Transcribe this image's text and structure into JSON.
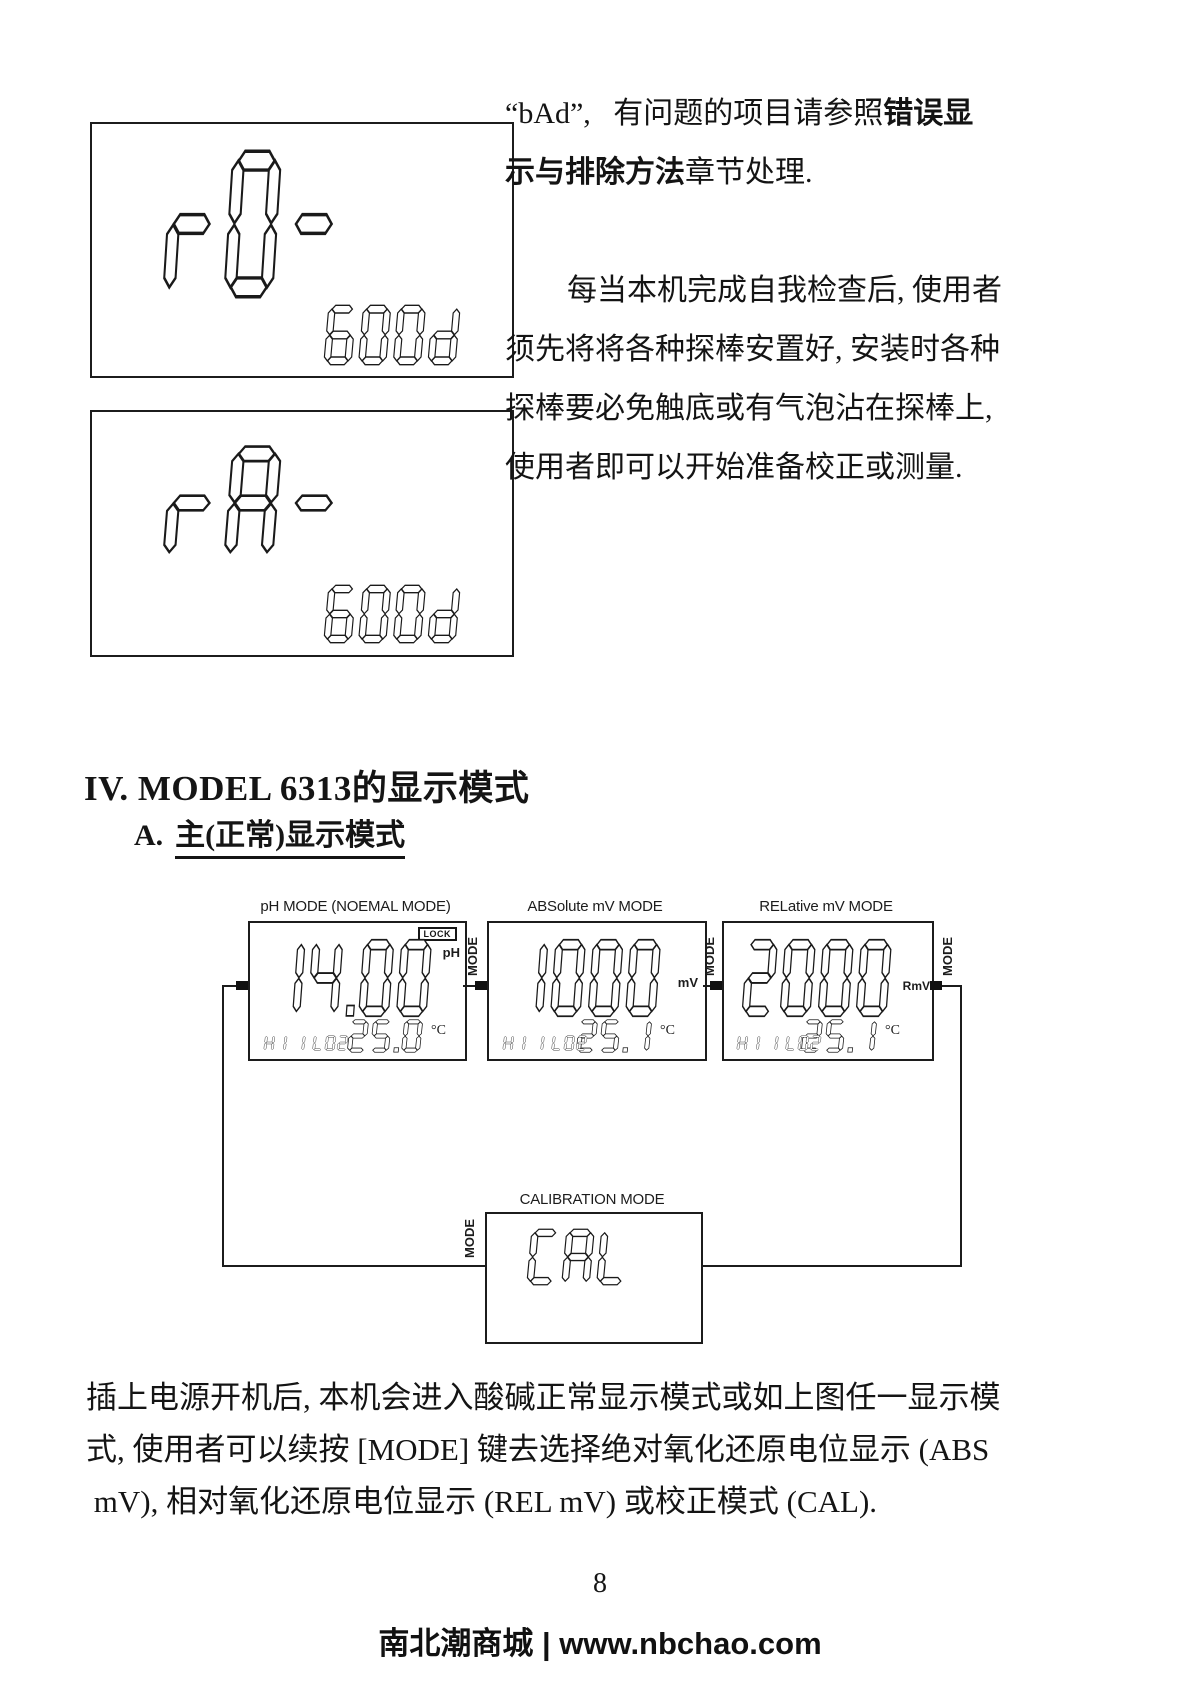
{
  "right_column": {
    "line1_pre": "“bAd”,   有问题的项目请参照",
    "line1_bold": "错误显",
    "line2_bold": "示与排除方法",
    "line2_post": "章节处理.",
    "para2": [
      "每当本机完成自我检查后, 使用者",
      "须先将将各种探棒安置好, 安装时各种",
      "探棒要必免触底或有气泡沾在探棒上,",
      "使用者即可以开始准备校正或测量."
    ]
  },
  "lcd_boxes": [
    {
      "main": "r0-",
      "sub": "600d"
    },
    {
      "main": "rA-",
      "sub": "600d"
    }
  ],
  "section": {
    "heading": "IV. MODEL 6313的显示模式",
    "sub_prefix": "A.",
    "sub_title": "主(正常)显示模式"
  },
  "diagram": {
    "mode_label": "MODE",
    "lock_label": "LOCK",
    "modes": [
      {
        "label": "pH MODE (NOEMAL MODE)",
        "value": "14.00",
        "unit": "pH",
        "temp": "25.0",
        "temp_unit": "°C",
        "indicator": "HI 1 LO2"
      },
      {
        "label": "ABSolute mV MODE",
        "value": "1000",
        "unit": "mV",
        "temp": "25.1",
        "temp_unit": "°C",
        "indicator": "HI 1 LO2"
      },
      {
        "label": "RELative mV MODE",
        "value": "2000",
        "unit": "RmV",
        "temp": "25.1",
        "temp_unit": "°C",
        "indicator": "HI 1 LO2"
      }
    ],
    "cal": {
      "label": "CALIBRATION MODE",
      "value": "CAL"
    }
  },
  "bottom_paragraph": [
    "插上电源开机后, 本机会进入酸碱正常显示模式或如上图任一显示模",
    "式, 使用者可以续按 [MODE] 键去选择绝对氧化还原电位显示 (ABS",
    " mV), 相对氧化还原电位显示 (REL mV) 或校正模式 (CAL)."
  ],
  "page_number": "8",
  "footer": "南北潮商城 | www.nbchao.com"
}
